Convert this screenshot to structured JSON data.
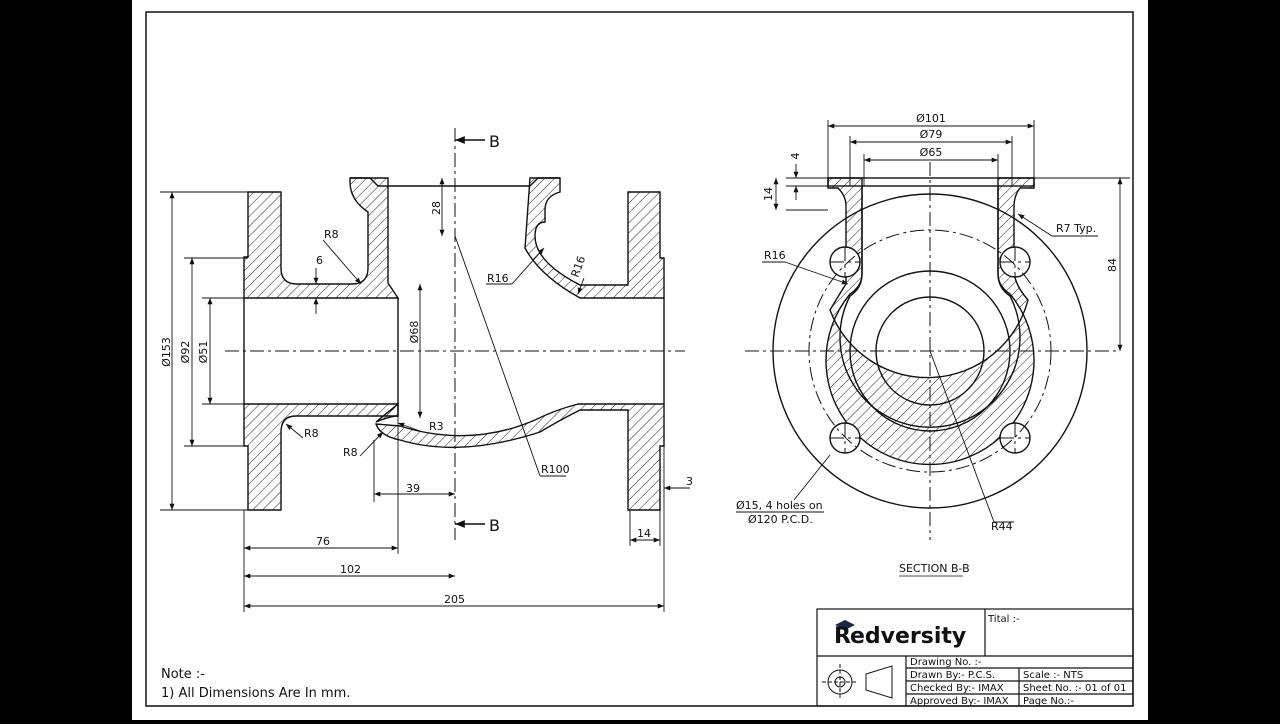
{
  "section_markers": {
    "top": "B",
    "bottom": "B"
  },
  "front_view": {
    "dimensions": {
      "d153": "Ø153",
      "d92": "Ø92",
      "d51": "Ø51",
      "d68": "Ø68",
      "r8_top": "R8",
      "r8_bottom_left": "R8",
      "r8_bottom_inner": "R8",
      "six": "6",
      "twenty_eight": "28",
      "r16": "R16",
      "r16_b": "R16",
      "r3": "R3",
      "r100": "R100",
      "thirty_nine": "39",
      "three": "3",
      "fourteen": "14",
      "seventy_six": "76",
      "one_oh_two": "102",
      "two_oh_five": "205"
    }
  },
  "section_view": {
    "title": "SECTION B-B",
    "dimensions": {
      "d101": "Ø101",
      "d79": "Ø79",
      "d65": "Ø65",
      "four": "4",
      "fourteen": "14",
      "eighty_four": "84",
      "r7": "R7 Typ.",
      "r16": "R16",
      "r44": "R44",
      "holes_line1": "Ø15, 4 holes on",
      "holes_line2": "Ø120 P.C.D."
    }
  },
  "notes": {
    "title": "Note :-",
    "item1": "1) All Dimensions Are In mm."
  },
  "title_block": {
    "logo_text": "edversity",
    "logo_letter": "R",
    "tital": "Tital :-",
    "drawing_no": "Drawing No. :-",
    "drawn_by": "Drawn By:- P.C.S.",
    "checked_by": "Checked By:- IMAX",
    "approved_by": "Approved By:- IMAX",
    "scale": "Scale :- NTS",
    "sheet_no": "Sheet No. :- 01 of 01",
    "page_no": "Page No.:-"
  },
  "colors": {
    "logo_red": "#d9232e",
    "logo_navy": "#1b2a4a",
    "ink": "#111111"
  }
}
